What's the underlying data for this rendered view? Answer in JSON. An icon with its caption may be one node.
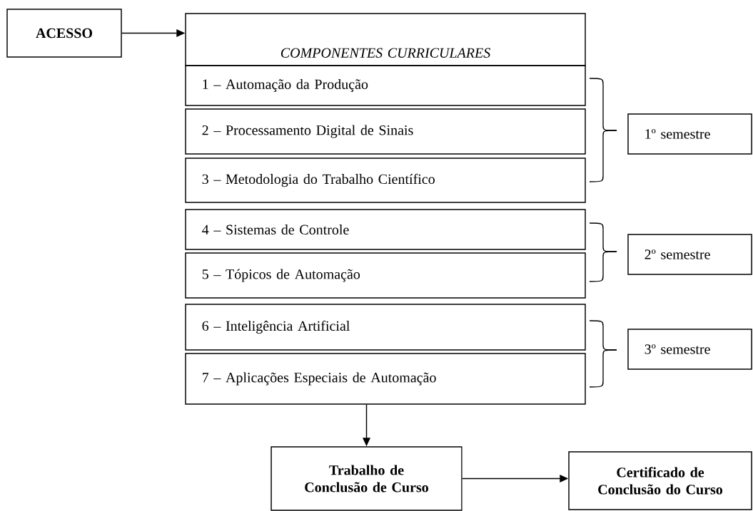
{
  "diagram": {
    "nodes": [
      {
        "text": [
          "ACESSO"
        ]
      },
      {
        "text": [
          "COMPONENTES CURRICULARES"
        ]
      },
      {
        "text": [
          "1 – Automação da Produção"
        ]
      },
      {
        "text": [
          "2 – Processamento Digital de Sinais"
        ]
      },
      {
        "text": [
          "3 – Metodologia do Trabalho Científico"
        ]
      },
      {
        "text": [
          "4 – Sistemas de Controle"
        ]
      },
      {
        "text": [
          "5 – Tópicos de Automação"
        ]
      },
      {
        "text": [
          "6 – Inteligência Artificial"
        ]
      },
      {
        "text": [
          "7 – Aplicações Especiais de Automação"
        ]
      },
      {
        "text": [
          "1º semestre"
        ]
      },
      {
        "text": [
          "2º semestre"
        ]
      },
      {
        "text": [
          "3º semestre"
        ]
      },
      {
        "text": [
          "Trabalho de Conclusão de Curso"
        ]
      },
      {
        "text": [
          "Certificado de Conclusão do Curso"
        ]
      }
    ],
    "edges": [
      {
        "from": 0,
        "to": 1,
        "arrow": "to"
      },
      {
        "from": 8,
        "to": 12,
        "arrow": "to"
      },
      {
        "from": 12,
        "to": 13,
        "arrow": "to"
      }
    ]
  }
}
